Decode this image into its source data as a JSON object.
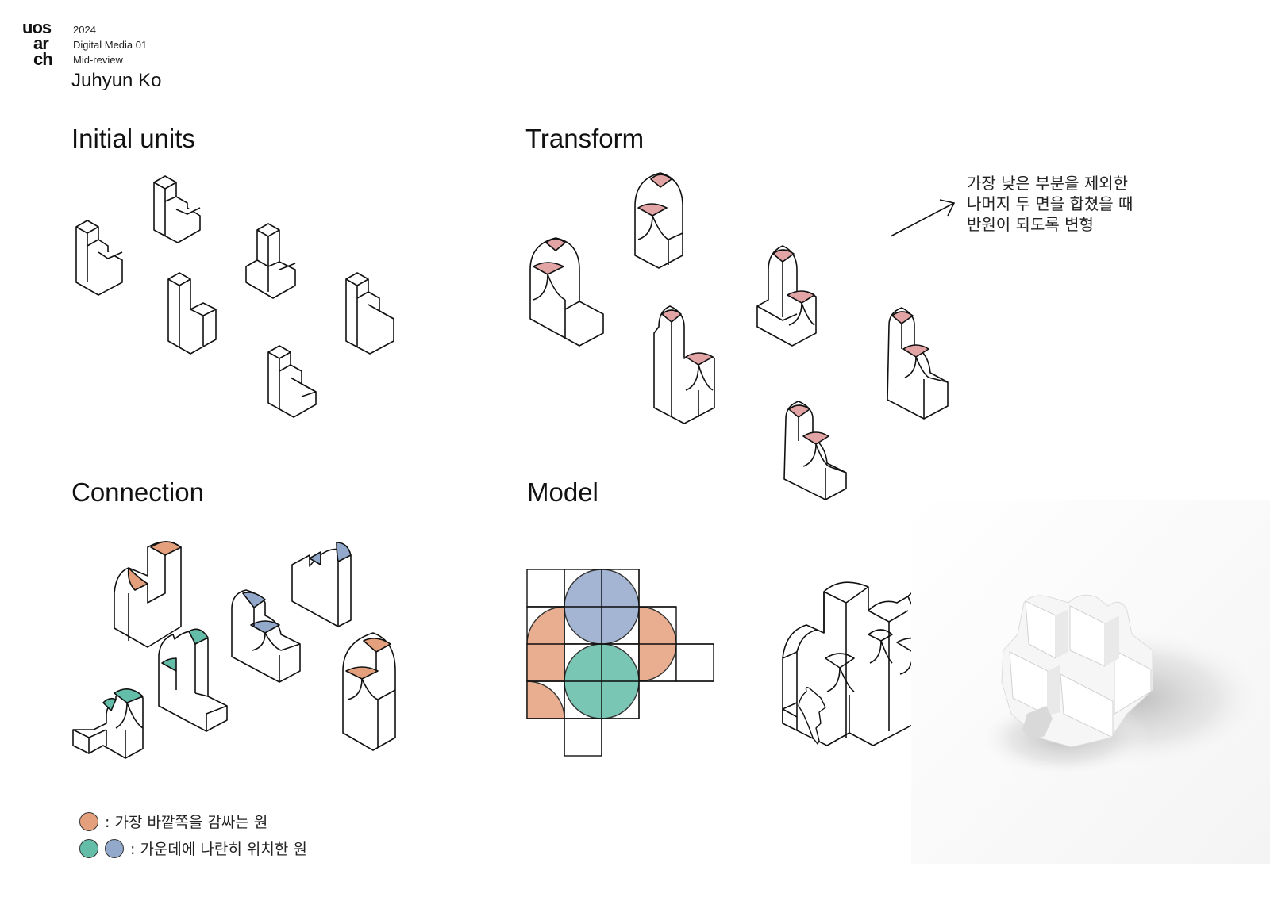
{
  "header": {
    "logo_lines": [
      "uos",
      "ar",
      "ch"
    ],
    "year": "2024",
    "course": "Digital Media 01",
    "review": "Mid-review",
    "author": "Juhyun Ko"
  },
  "sections": {
    "initial_units": "Initial units",
    "transform": "Transform",
    "connection": "Connection",
    "model": "Model"
  },
  "transform_note": "가장 낮은 부분을 제외한\n나머지 두 면을 합쳤을 때\n반원이 되도록 변형",
  "legend": [
    {
      "colors": [
        "#e4a07c"
      ],
      "label": ": 가장 바깥쪽을 감싸는 원"
    },
    {
      "colors": [
        "#63bda8",
        "#93a9cb"
      ],
      "label": ": 가운데에 나란히 위치한 원"
    }
  ],
  "colors": {
    "orange": "#e4a07c",
    "green": "#63bda8",
    "blue": "#93a9cb",
    "pink": "#e2a4a4",
    "line": "#111111"
  }
}
